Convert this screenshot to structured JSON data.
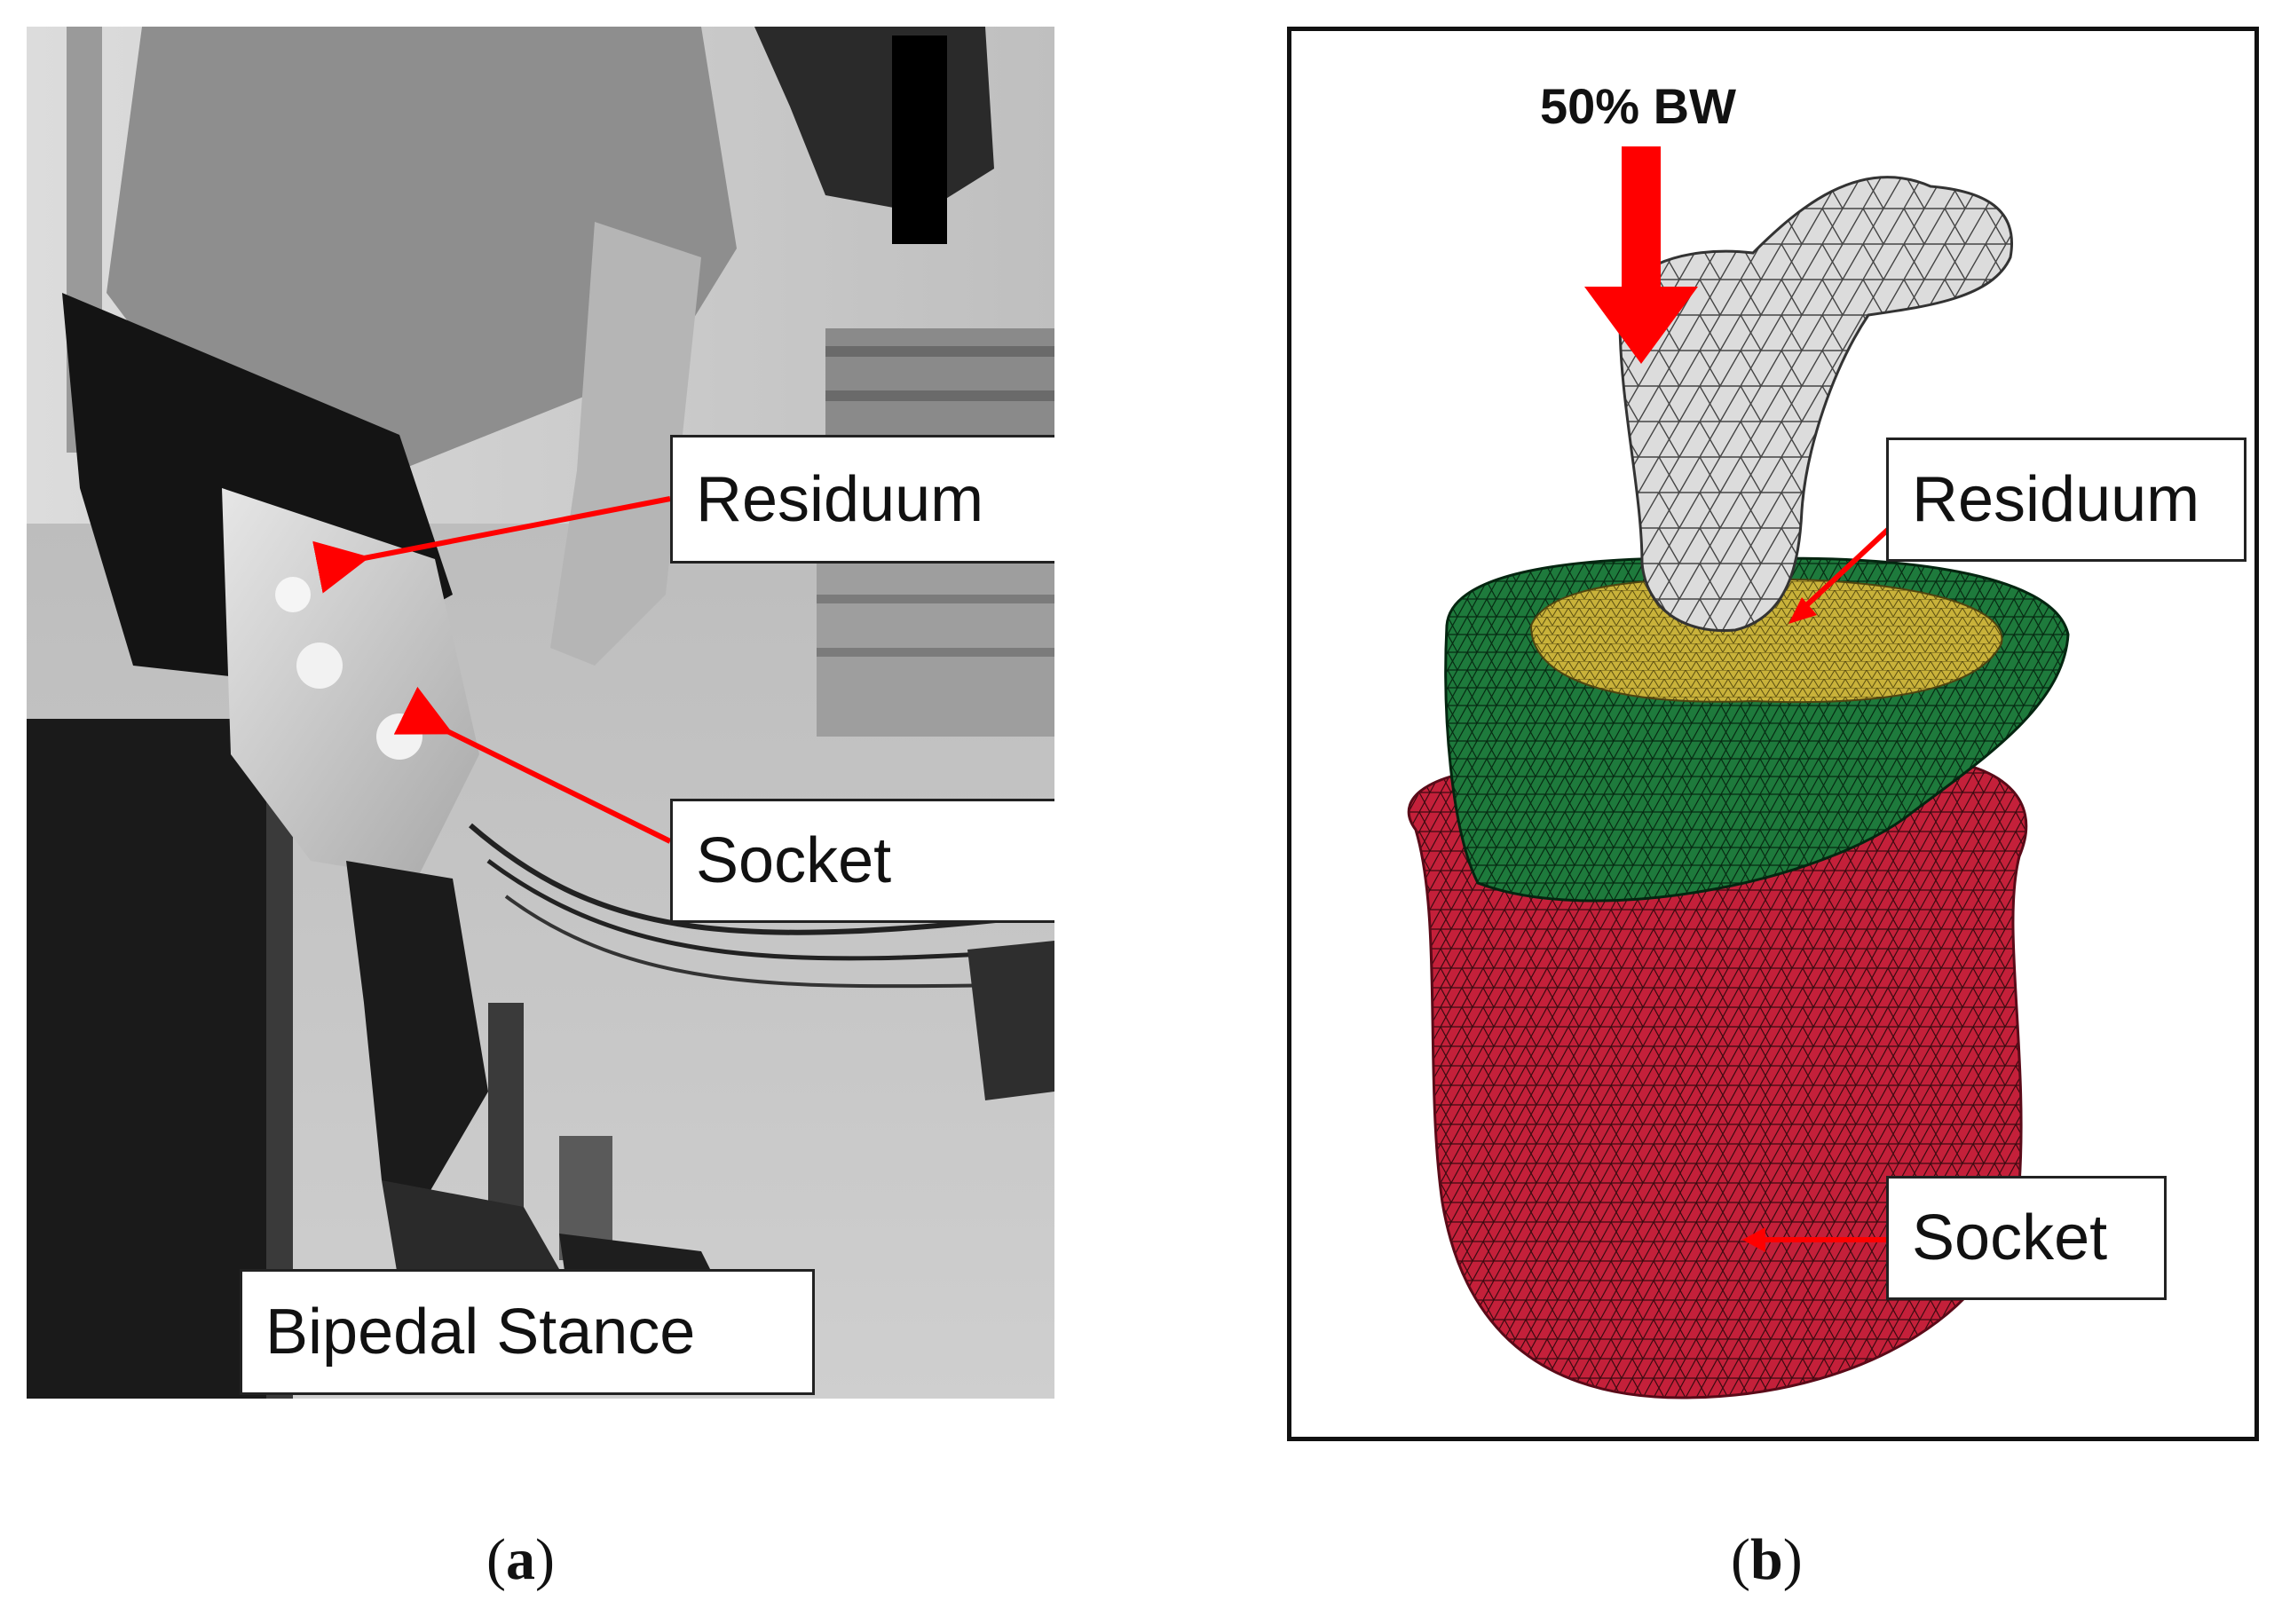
{
  "panel_a": {
    "labels": {
      "residuum": "Residuum",
      "socket": "Socket",
      "stance": "Bipedal Stance"
    },
    "caption_letter": "a"
  },
  "panel_b": {
    "load": "50% BW",
    "labels": {
      "residuum": "Residuum",
      "socket": "Socket"
    },
    "caption_letter": "b"
  },
  "colors": {
    "arrow_red": "#ff0000",
    "liner_green": "#1e7a3c",
    "residuum_yellow": "#c9b23a",
    "socket_red": "#c4203a",
    "bone_gray": "#d9d9d9"
  }
}
